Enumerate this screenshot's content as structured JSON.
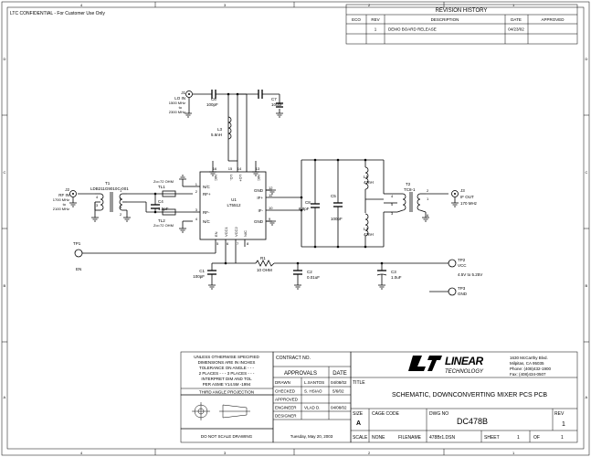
{
  "confidential": "LTC CONFIDENTIAL - For Customer Use Only",
  "border": {
    "top_numbers": [
      "4",
      "3",
      "2",
      "1"
    ],
    "side_letters": [
      "D",
      "C",
      "B",
      "A"
    ]
  },
  "revision": {
    "title": "REVISION HISTORY",
    "headers": [
      "ECO",
      "REV",
      "DESCRIPTION",
      "DATE",
      "APPROVED"
    ],
    "row": {
      "eco": "",
      "rev": "1",
      "description": "DEMO BOARD RELEASE",
      "date": "04/23/02",
      "approved": ""
    }
  },
  "components": {
    "J1": {
      "ref": "J1",
      "name": "LO IN",
      "freq1": "1500 MHz",
      "freq2": "to",
      "freq3": "2300 MHz"
    },
    "J2": {
      "ref": "J2",
      "name": "RF IN",
      "freq1": "1700 MHz",
      "freq2": "to",
      "freq3": "2100 MHz"
    },
    "J3": {
      "ref": "J3",
      "name": "IF OUT",
      "freq1": "170 MHz"
    },
    "C6": {
      "ref": "C6",
      "value": "100pF"
    },
    "C7": {
      "ref": "C7",
      "value": "100pF"
    },
    "L3": {
      "ref": "L3",
      "value": "5.6nH"
    },
    "T1": {
      "ref": "T1",
      "part": "LDB211G9010C-001"
    },
    "TL1": {
      "ref": "TL1",
      "note": "Zo=72 OHM"
    },
    "TL2": {
      "ref": "TL2",
      "note": "Zo=72 OHM"
    },
    "C4": {
      "ref": "C4",
      "value": "1.5pF"
    },
    "U1": {
      "ref": "U1",
      "part": "LT5512"
    },
    "C8": {
      "ref": "C8",
      "value": "6.8pF"
    },
    "C5": {
      "ref": "C5",
      "value": "100pF"
    },
    "L1": {
      "ref": "L1",
      "value": "47nH"
    },
    "L2": {
      "ref": "L2",
      "value": "47nH"
    },
    "T2": {
      "ref": "T2",
      "part": "TC8-1"
    },
    "TP1": {
      "ref": "TP1",
      "name": "EN"
    },
    "TP2": {
      "ref": "TP2",
      "name": "VCC"
    },
    "TP3": {
      "ref": "TP3",
      "name": "GND"
    },
    "R1": {
      "ref": "R1",
      "value": "10 OHM"
    },
    "C1": {
      "ref": "C1",
      "value": "100pF"
    },
    "C2": {
      "ref": "C2",
      "value": "0.01uF"
    },
    "C3": {
      "ref": "C3",
      "value": "1.0uF"
    },
    "supply": "4.5V to 5.25V"
  },
  "ic_pins": {
    "left": [
      {
        "num": "1",
        "name": "N/C"
      },
      {
        "num": "2",
        "name": "RF+"
      },
      {
        "num": "3",
        "name": "RF-"
      },
      {
        "num": "4",
        "name": "N/C"
      }
    ],
    "top": [
      {
        "num": "16",
        "name": "N/C"
      },
      {
        "num": "15",
        "name": "LO-"
      },
      {
        "num": "14",
        "name": "LO+"
      },
      {
        "num": "13",
        "name": "N/C"
      }
    ],
    "right": [
      {
        "num": "12",
        "name": "GND"
      },
      {
        "num": "11",
        "name": "IF+"
      },
      {
        "num": "10",
        "name": "IF-"
      },
      {
        "num": "9",
        "name": "GND"
      }
    ],
    "bottom": [
      {
        "num": "5",
        "name": "EN"
      },
      {
        "num": "6",
        "name": "VCC1"
      },
      {
        "num": "7",
        "name": "VCC2"
      },
      {
        "num": "8",
        "name": "N/C"
      }
    ],
    "t1_pins": [
      "4",
      "3",
      "1",
      "6",
      "5",
      "2"
    ],
    "t2_pins": [
      "4",
      "5",
      "3",
      "2",
      "1",
      "6"
    ]
  },
  "notes": {
    "line1": "UNLESS OTHERWISE SPECIFIED",
    "line2": "DIMENSIONS ARE IN INCHES",
    "line3": "TOLERANCE ON ANGLE - - -",
    "line4": "2 PLACES - - -    3 PLACES - - -",
    "line5": "INTERPRET DIM AND TOL",
    "line6": "PER ASME Y14.5M -1994",
    "projection": "THIRD ANGLE PROJECTION",
    "no_scale": "DO NOT SCALE DRAWING"
  },
  "approvals": {
    "contract": "CONTRACT NO.",
    "header": "APPROVALS",
    "date_header": "DATE",
    "rows": [
      {
        "role": "DRAWN",
        "name": "L.SANTOS",
        "date": "04/08/02"
      },
      {
        "role": "CHECKED",
        "name": "S. HSIAO",
        "date": "5/6/02"
      },
      {
        "role": "APPROVED",
        "name": "",
        "date": ""
      },
      {
        "role": "ENGINEER",
        "name": "VLAD D.",
        "date": "04/08/02"
      },
      {
        "role": "DESIGNER",
        "name": "",
        "date": ""
      }
    ],
    "print_date": "Tuesday, May 20, 2003"
  },
  "company": {
    "logo": "LINEAR",
    "logo_sub": "TECHNOLOGY",
    "address1": "1630 McCarthy Blvd.",
    "address2": "Milpitas, CA 95035",
    "phone": "Phone: (408)432-1900",
    "fax": "Fax: (408)434-0507"
  },
  "titleblock": {
    "title_label": "TITLE",
    "title": "SCHEMATIC, DOWNCONVERTING MIXER PCS PCB",
    "size_label": "SIZE",
    "size": "A",
    "cage_label": "CAGE CODE",
    "dwg_label": "DWG NO",
    "dwg": "DC478B",
    "rev_label": "REV",
    "rev": "1",
    "scale_label": "SCALE",
    "scale": "NONE",
    "filename_label": "FILENAME",
    "filename": "478Br1.DSN",
    "sheet_label": "SHEET",
    "sheet": "1",
    "of_label": "OF",
    "of": "1"
  }
}
